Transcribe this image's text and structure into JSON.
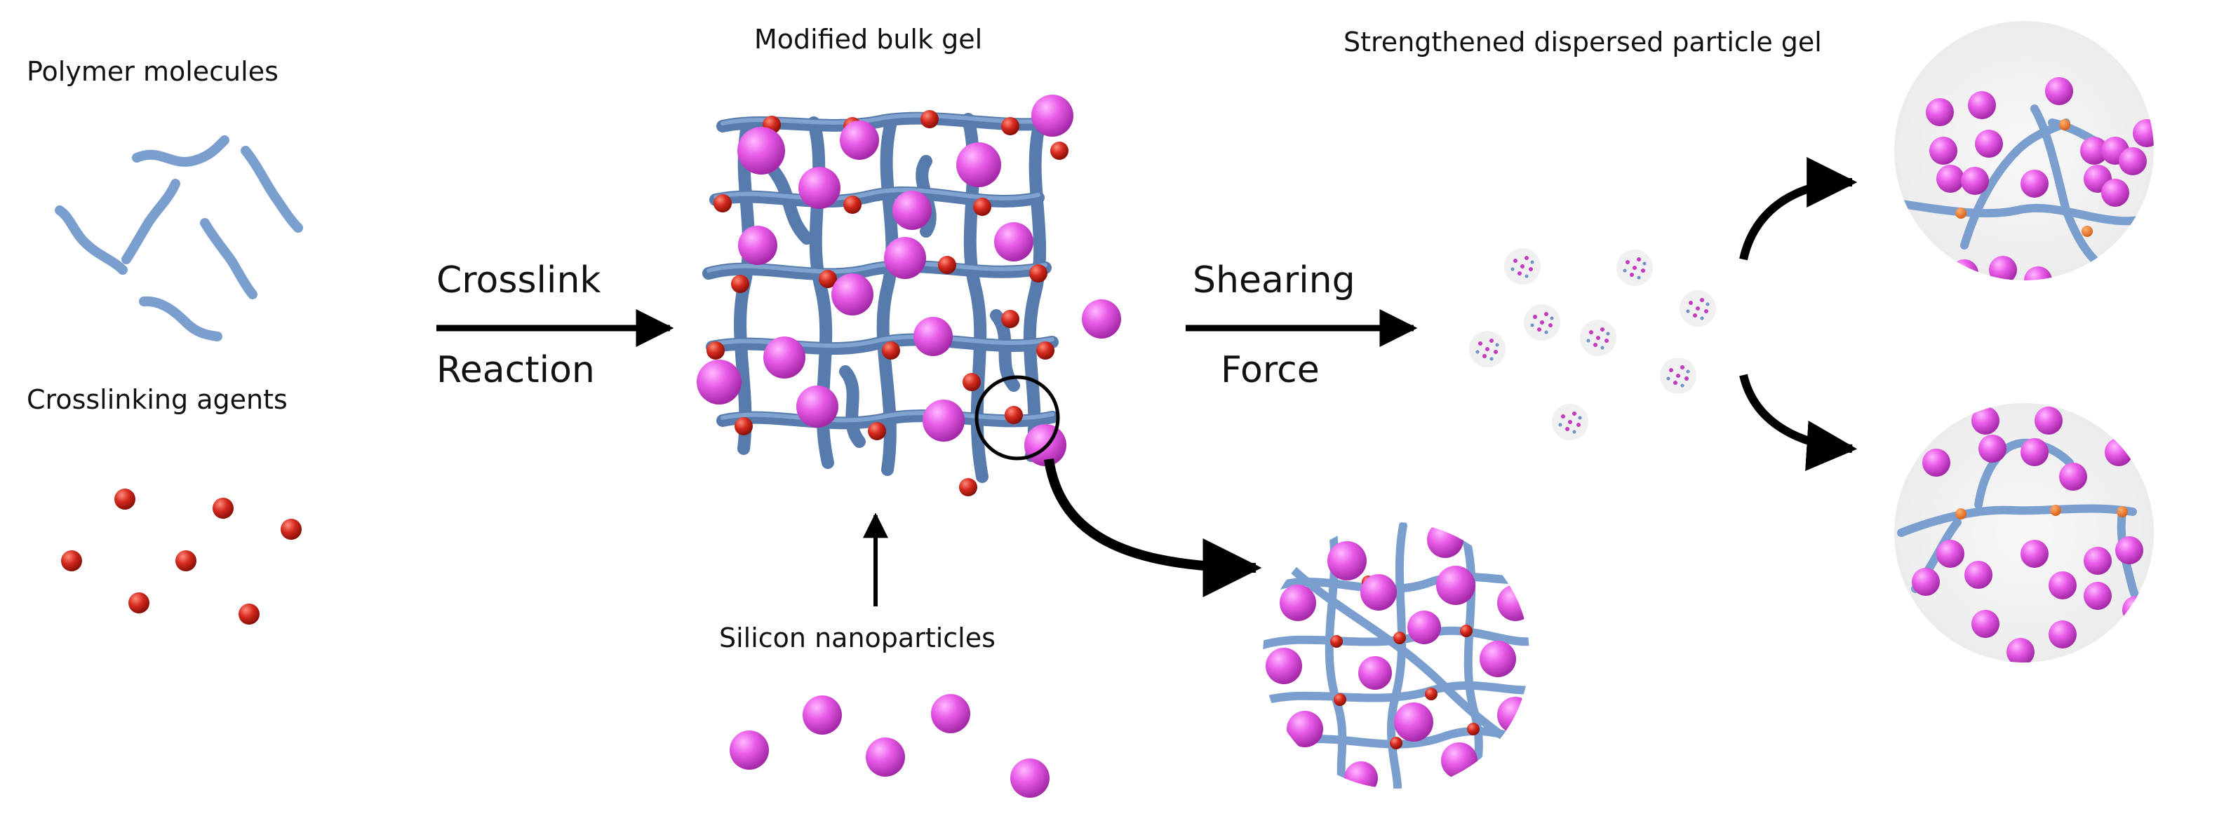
{
  "labels": {
    "polymer_molecules": "Polymer molecules",
    "crosslinking_agents": "Crosslinking agents",
    "modified_bulk_gel": "Modified bulk gel",
    "silicon_nanoparticles": "Silicon nanoparticles",
    "strengthened_gel": "Strengthened dispersed particle gel",
    "crosslink": "Crosslink",
    "reaction": "Reaction",
    "shearing": "Shearing",
    "force": "Force"
  },
  "colors": {
    "polymer": "#7a9fcf",
    "polymer_dark": "#4f74a8",
    "crosslinker": "#d42a1e",
    "nanoparticle": "#e85ae8",
    "nanoparticle_dark": "#a52aa8",
    "arrow": "#000000",
    "circle_bg": "#ececec"
  },
  "icons": {
    "polymer": "polymer-chain-icon",
    "crosslinker": "crosslinker-sphere-icon",
    "nanoparticle": "nanoparticle-sphere-icon"
  }
}
